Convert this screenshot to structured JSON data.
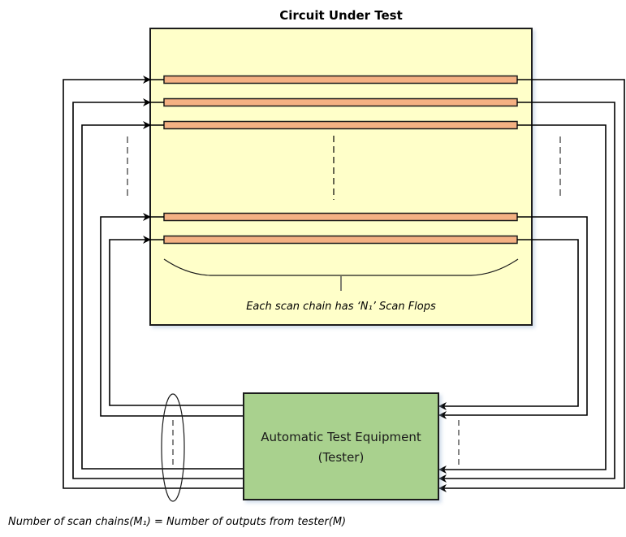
{
  "diagram": {
    "title": "Circuit Under Test",
    "cut_caption": "Each scan chain has ‘N₁’ Scan Flops",
    "ate_label_line1": "Automatic Test Equipment",
    "ate_label_line2": "(Tester)",
    "footer": "Number of scan chains(M₁) = Number of outputs from tester(M)",
    "colors": {
      "cut_fill": "#FFFFC9",
      "scan_chain_fill": "#F4B183",
      "ate_fill": "#A9D18E",
      "line": "#000000"
    },
    "scan_chains": [
      {
        "id": "chain-1"
      },
      {
        "id": "chain-2"
      },
      {
        "id": "chain-3"
      },
      {
        "id": "chain-4"
      },
      {
        "id": "chain-5"
      }
    ],
    "elided_chains_indicator": "dashed-ellipsis"
  }
}
